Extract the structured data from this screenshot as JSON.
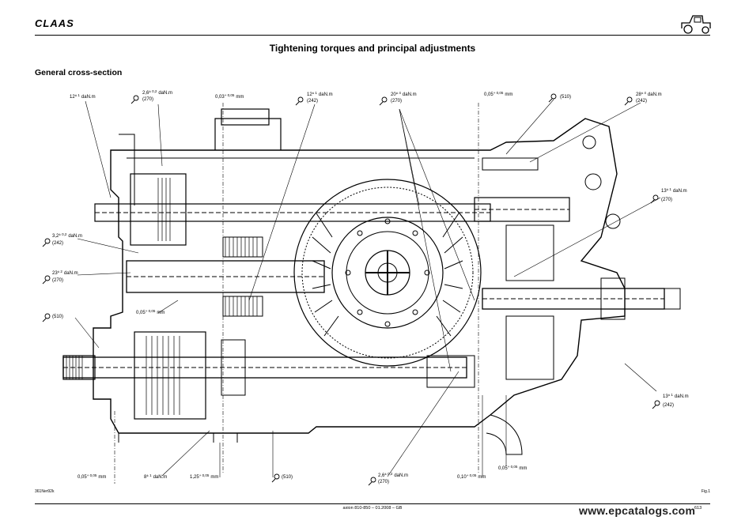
{
  "header": {
    "brand": "CLAAS"
  },
  "title": "Tightening torques and principal adjustments",
  "section_heading": "General cross-section",
  "annotations": {
    "t12_top_left": "12",
    "t12_top_left_sup": "± 1",
    "t12_top_left_unit": "daN.m",
    "t26_top": "2,6",
    "t26_top_sup": "± 0,2",
    "t26_top_unit": "daN.m",
    "t26_top_ref": "(270)",
    "c003": "0,03",
    "c003_sup": "+ 0,05",
    "c003_unit": "mm",
    "t12_mid": "12",
    "t12_mid_sup": "± 1",
    "t12_mid_unit": "daN.m",
    "t12_mid_ref": "(242)",
    "t20": "20",
    "t20_sup": "± 4",
    "t20_unit": "daN.m",
    "t20_ref": "(270)",
    "c005_top": "0,05",
    "c005_top_sup": "+ 0,05",
    "c005_top_unit": "mm",
    "ref510_top": "(510)",
    "t28": "28",
    "t28_sup": "± 4",
    "t28_unit": "daN.m",
    "t28_ref": "(242)",
    "t13_right_top": "13",
    "t13_right_top_sup": "± 1",
    "t13_right_top_unit": "daN.m",
    "t13_right_top_ref": "(270)",
    "t32_left": "3,2",
    "t32_left_sup": "± 0,2",
    "t32_left_unit": "daN.m",
    "t32_left_ref": "(242)",
    "t23_left": "23",
    "t23_left_sup": "± 2",
    "t23_left_unit": "daN.m",
    "t23_left_ref": "(270)",
    "c005_left": "0,05",
    "c005_left_sup": "+ 0,05",
    "c005_left_unit": "mm",
    "ref510_left": "(510)",
    "t13_right_bottom": "13",
    "t13_right_bottom_sup": "± 1",
    "t13_right_bottom_unit": "daN.m",
    "t13_right_bottom_ref": "(242)",
    "c005_bottom_left": "0,05",
    "c005_bottom_left_sup": "+ 0,05",
    "c005_bottom_left_unit": "mm",
    "t8_bottom": "8",
    "t8_bottom_sup": "± 1",
    "t8_bottom_unit": "daN.m",
    "c125_bottom": "1,25",
    "c125_bottom_sup": "+ 0,05",
    "c125_bottom_unit": "mm",
    "ref510_bottom": "(510)",
    "t26_bottom": "2,6",
    "t26_bottom_sup": "± 0,2",
    "t26_bottom_unit": "daN.m",
    "t26_bottom_ref": "(270)",
    "c010_bottom": "0,10",
    "c010_bottom_sup": "+ 0,05",
    "c010_bottom_unit": "mm",
    "c005_bottom_right": "0,05",
    "c005_bottom_right_sup": "+ 0,05",
    "c005_bottom_right_unit": "mm"
  },
  "footer": {
    "ref_left": "361Ner92k",
    "fig": "Fig.1",
    "center_text": "axion 810-850 – 01.2008 – GB",
    "page": "613",
    "watermark": "www.epcatalogs.com"
  }
}
